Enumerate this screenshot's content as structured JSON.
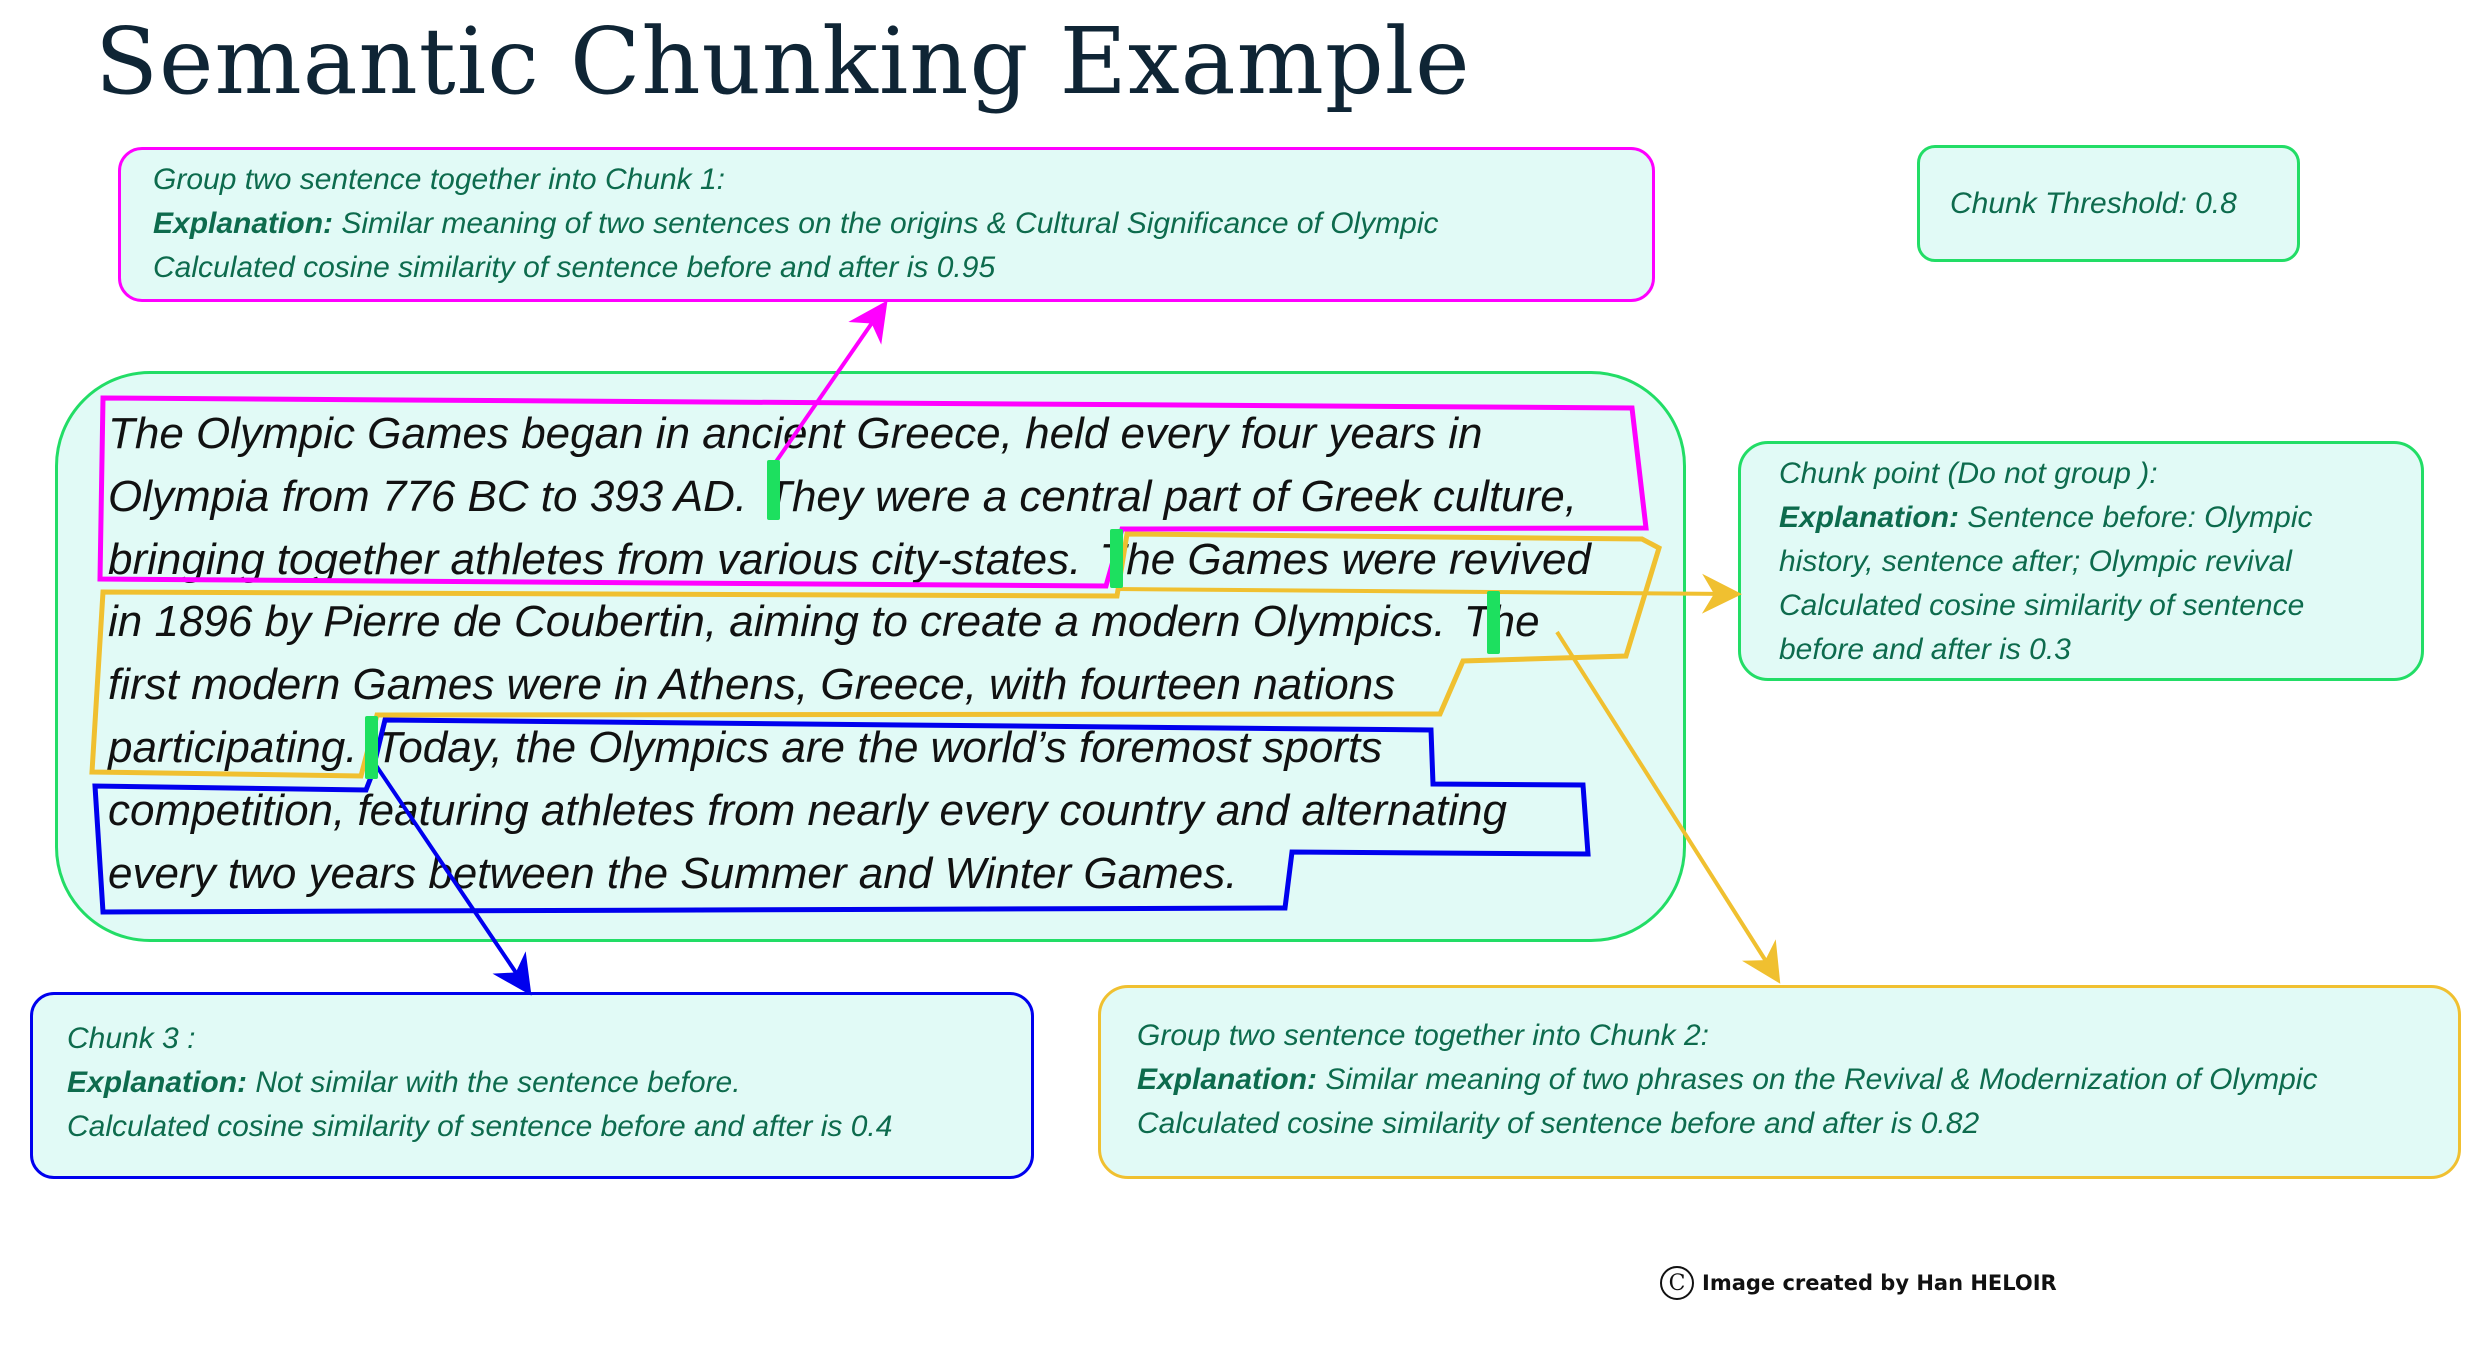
{
  "title": "Semantic Chunking Example",
  "colors": {
    "chunk1": "#ff00ff",
    "chunk2": "#f0c030",
    "chunk3": "#0000ee",
    "main_border": "#22dd66",
    "box_fill": "#e1faf6",
    "note_text": "#0d6b4d"
  },
  "chunk1_note": {
    "heading": "Group two sentence together into Chunk 1:",
    "explanation_label": "Explanation:",
    "explanation": " Similar meaning of two sentences on the origins & Cultural Significance of Olympic",
    "similarity": "Calculated cosine similarity of sentence before and after is 0.95"
  },
  "threshold_note": {
    "text": "Chunk Threshold: 0.8"
  },
  "chunk_point_note": {
    "heading": "Chunk point (Do not group ):",
    "explanation_label": "Explanation:",
    "explanation_1": " Sentence before: Olympic",
    "explanation_2": "history, sentence after; Olympic revival",
    "similarity_1": "Calculated cosine similarity of sentence",
    "similarity_2": "before and after is 0.3"
  },
  "chunk3_note": {
    "heading": "Chunk 3 :",
    "explanation_label": "Explanation:",
    "explanation": " Not similar with the sentence before.",
    "similarity": "Calculated cosine similarity of sentence before and after is 0.4"
  },
  "chunk2_note": {
    "heading": "Group two sentence together into Chunk 2:",
    "explanation_label": "Explanation:",
    "explanation": " Similar meaning of two phrases on the Revival & Modernization of Olympic",
    "similarity": "Calculated cosine similarity of sentence before and after is 0.82"
  },
  "paragraph": {
    "l1": "The Olympic Games began in ancient Greece, held every four years in",
    "l2a": "Olympia from 776 BC to 393 AD.",
    "l2b": "They were a central part of Greek culture,",
    "l3a": "bringing together athletes from various city-states.",
    "l3b": "The Games were revived",
    "l4a": "in 1896 by Pierre de Coubertin, aiming to create a modern Olympics.",
    "l4b": "The",
    "l5": "first modern Games were in Athens, Greece, with fourteen nations",
    "l6a": "participating.",
    "l6b": "Today, the Olympics are the world’s foremost sports",
    "l7": "competition, featuring athletes from nearly every country and alternating",
    "l8": "every two years between the Summer and Winter Games."
  },
  "footer": {
    "copyright_symbol": "C",
    "credit": "Image created by Han HELOIR"
  }
}
